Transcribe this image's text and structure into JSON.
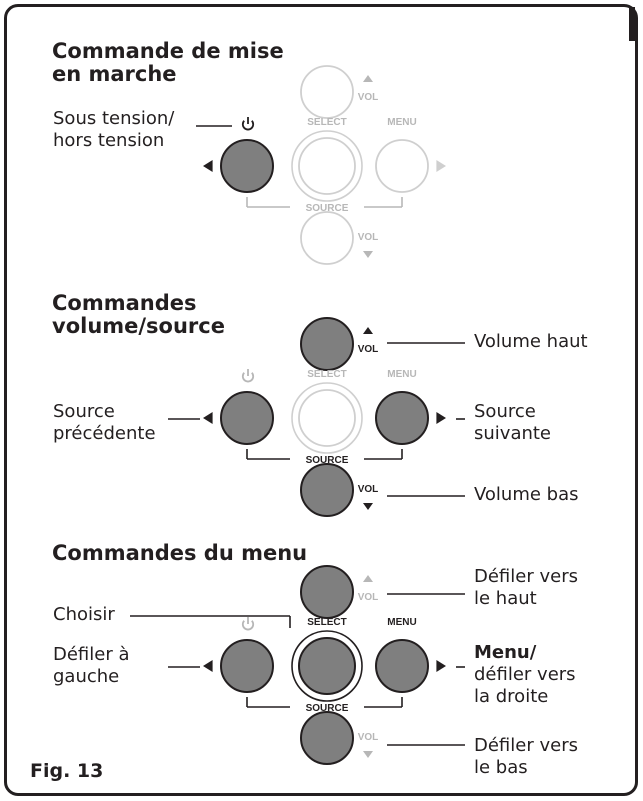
{
  "figure_label": "Fig. 13",
  "button_labels": {
    "select": "SELECT",
    "menu": "MENU",
    "vol": "VOL",
    "source": "SOURCE",
    "power_symbol": "⏻"
  },
  "panels": [
    {
      "heading": [
        "Commande de mise",
        "en marche"
      ],
      "callouts": {
        "power": [
          "Sous tension/",
          "hors tension"
        ]
      }
    },
    {
      "heading": [
        "Commandes",
        "volume/source"
      ],
      "callouts": {
        "vol_up": "Volume haut",
        "prev_source": [
          "Source",
          "précédente"
        ],
        "next_source": [
          "Source",
          "suivante"
        ],
        "vol_down": "Volume bas"
      }
    },
    {
      "heading": [
        "Commandes du menu"
      ],
      "callouts": {
        "scroll_up": [
          "Défiler vers",
          "le haut"
        ],
        "choose": "Choisir",
        "scroll_left": [
          "Défiler à",
          "gauche"
        ],
        "menu_bold": "Menu/",
        "menu_rest": [
          "défiler vers",
          "la droite"
        ],
        "scroll_down": [
          "Défiler vers",
          "le bas"
        ]
      }
    }
  ],
  "colors": {
    "frame": "#231f20",
    "active_button": "#7f7f7f",
    "inactive_outline": "#cfcfcf",
    "inactive_text": "#b7b7b7"
  }
}
